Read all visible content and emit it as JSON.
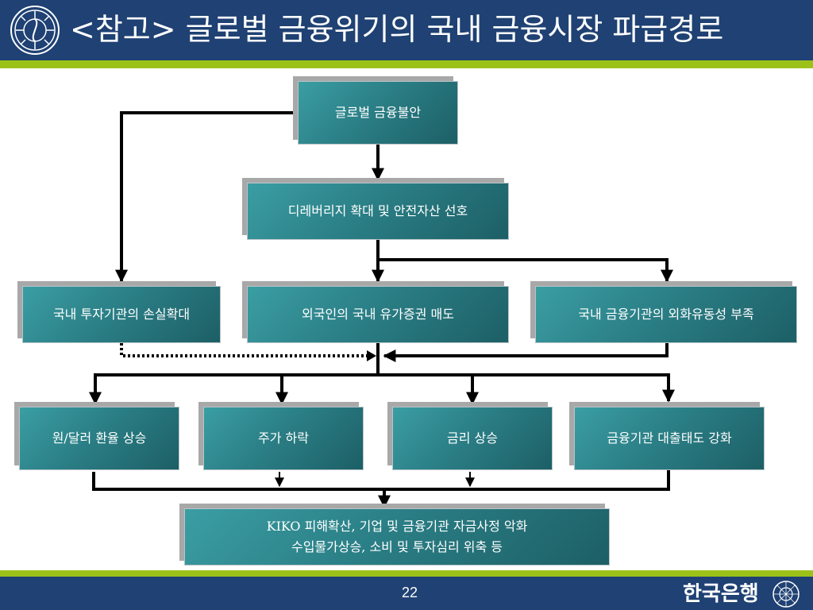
{
  "slide": {
    "title": "<참고> 글로벌 금융위기의 국내 금융시장 파급경로",
    "page_number": "22",
    "org_name": "한국은행"
  },
  "nodes": {
    "global_anxiety": "글로벌 금융불안",
    "deleveraging": "디레버리지 확대 및 안전자산 선호",
    "domestic_loss": "국내 투자기관의 손실확대",
    "foreign_selling": "외국인의 국내 유가증권 매도",
    "fx_liquidity": "국내 금융기관의 외화유동성 부족",
    "fx_rate": "원/달러 환율 상승",
    "stock_fall": "주가 하락",
    "rate_rise": "금리 상승",
    "lending_tighten": "금융기관 대출태도 강화",
    "outcome_line1": "KIKO 피해확산, 기업 및 금융기관 자금사정 악화",
    "outcome_line2": "수입물가상승, 소비 및 투자심리 위축 등"
  },
  "colors": {
    "header_bg": "#1f4173",
    "accent_line": "#9cc21a",
    "box_teal": "#2b7f86"
  }
}
